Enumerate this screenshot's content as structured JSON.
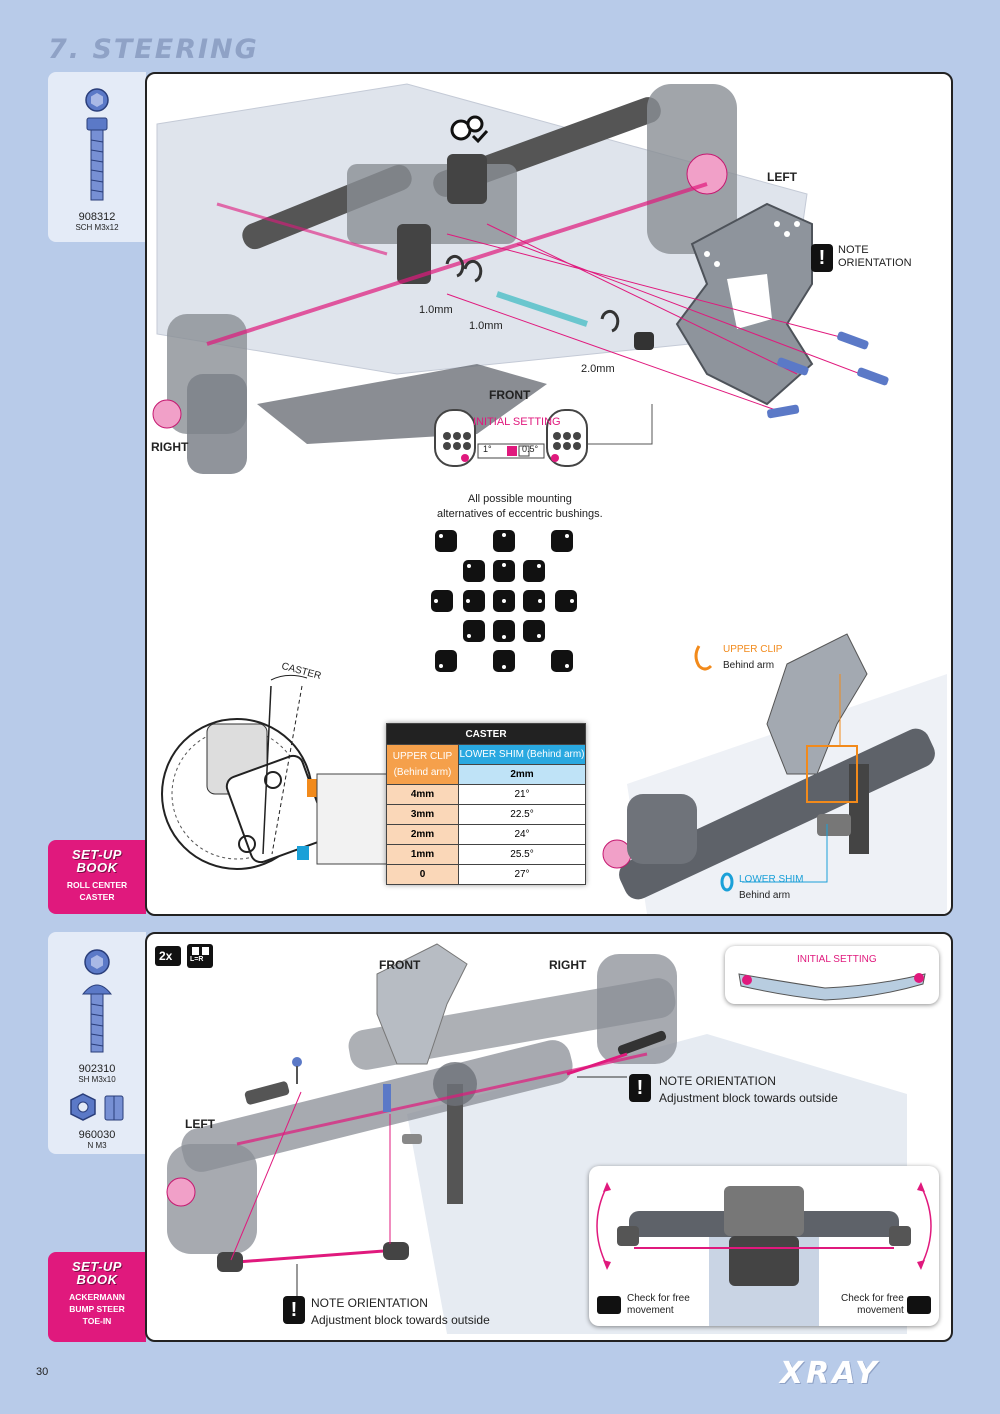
{
  "header": {
    "title": "7. STEERING"
  },
  "step1": {
    "part": {
      "code": "908312",
      "desc": "SCH M3x12"
    },
    "setup_book": {
      "title_line1": "SET-UP",
      "title_line2": "BOOK",
      "item1": "ROLL CENTER",
      "item2": "CASTER"
    },
    "labels": {
      "left": "LEFT",
      "right": "RIGHT",
      "front": "FRONT",
      "note_line1": "NOTE",
      "note_line2": "ORIENTATION",
      "shim1": "1.0mm",
      "shim2": "1.0mm",
      "shim3": "2.0mm",
      "initial_setting": "INITIAL SETTING",
      "angle1": "1°",
      "angle2": "0.5°",
      "bushing_caption_line1": "All possible mounting",
      "bushing_caption_line2": "alternatives of eccentric bushings.",
      "caster_label": "CASTER",
      "upper_clip": "UPPER CLIP",
      "upper_clip_sub": "Behind arm",
      "lower_shim": "LOWER SHIM",
      "lower_shim_sub": "Behind arm"
    },
    "caster_table": {
      "title": "CASTER",
      "col1_header_line1": "UPPER CLIP",
      "col1_header_line2": "(Behind arm)",
      "col2_header": "LOWER SHIM (Behind arm)",
      "col2_sub": "2mm",
      "rows": [
        {
          "clip": "4mm",
          "caster": "21°"
        },
        {
          "clip": "3mm",
          "caster": "22.5°"
        },
        {
          "clip": "2mm",
          "caster": "24°"
        },
        {
          "clip": "1mm",
          "caster": "25.5°"
        },
        {
          "clip": "0",
          "caster": "27°"
        }
      ]
    }
  },
  "step2": {
    "part1": {
      "code": "902310",
      "desc": "SH M3x10"
    },
    "part2": {
      "code": "960030",
      "desc": "N M3"
    },
    "setup_book": {
      "title_line1": "SET-UP",
      "title_line2": "BOOK",
      "item1": "ACKERMANN",
      "item2": "BUMP STEER",
      "item3": "TOE-IN"
    },
    "labels": {
      "qty": "2x",
      "lr": "L=R",
      "front": "FRONT",
      "right": "RIGHT",
      "left": "LEFT",
      "initial_setting": "INITIAL SETTING",
      "note_title": "NOTE ORIENTATION",
      "note_sub": "Adjustment block towards outside",
      "check_line1": "Check for free",
      "check_line2": "movement"
    }
  },
  "footer": {
    "page_number": "30",
    "logo": "XRAY"
  },
  "colors": {
    "accent_pink": "#e0197d",
    "accent_orange": "#f28a1b",
    "accent_blue": "#1aa0d8",
    "background": "#b8cbe9"
  }
}
